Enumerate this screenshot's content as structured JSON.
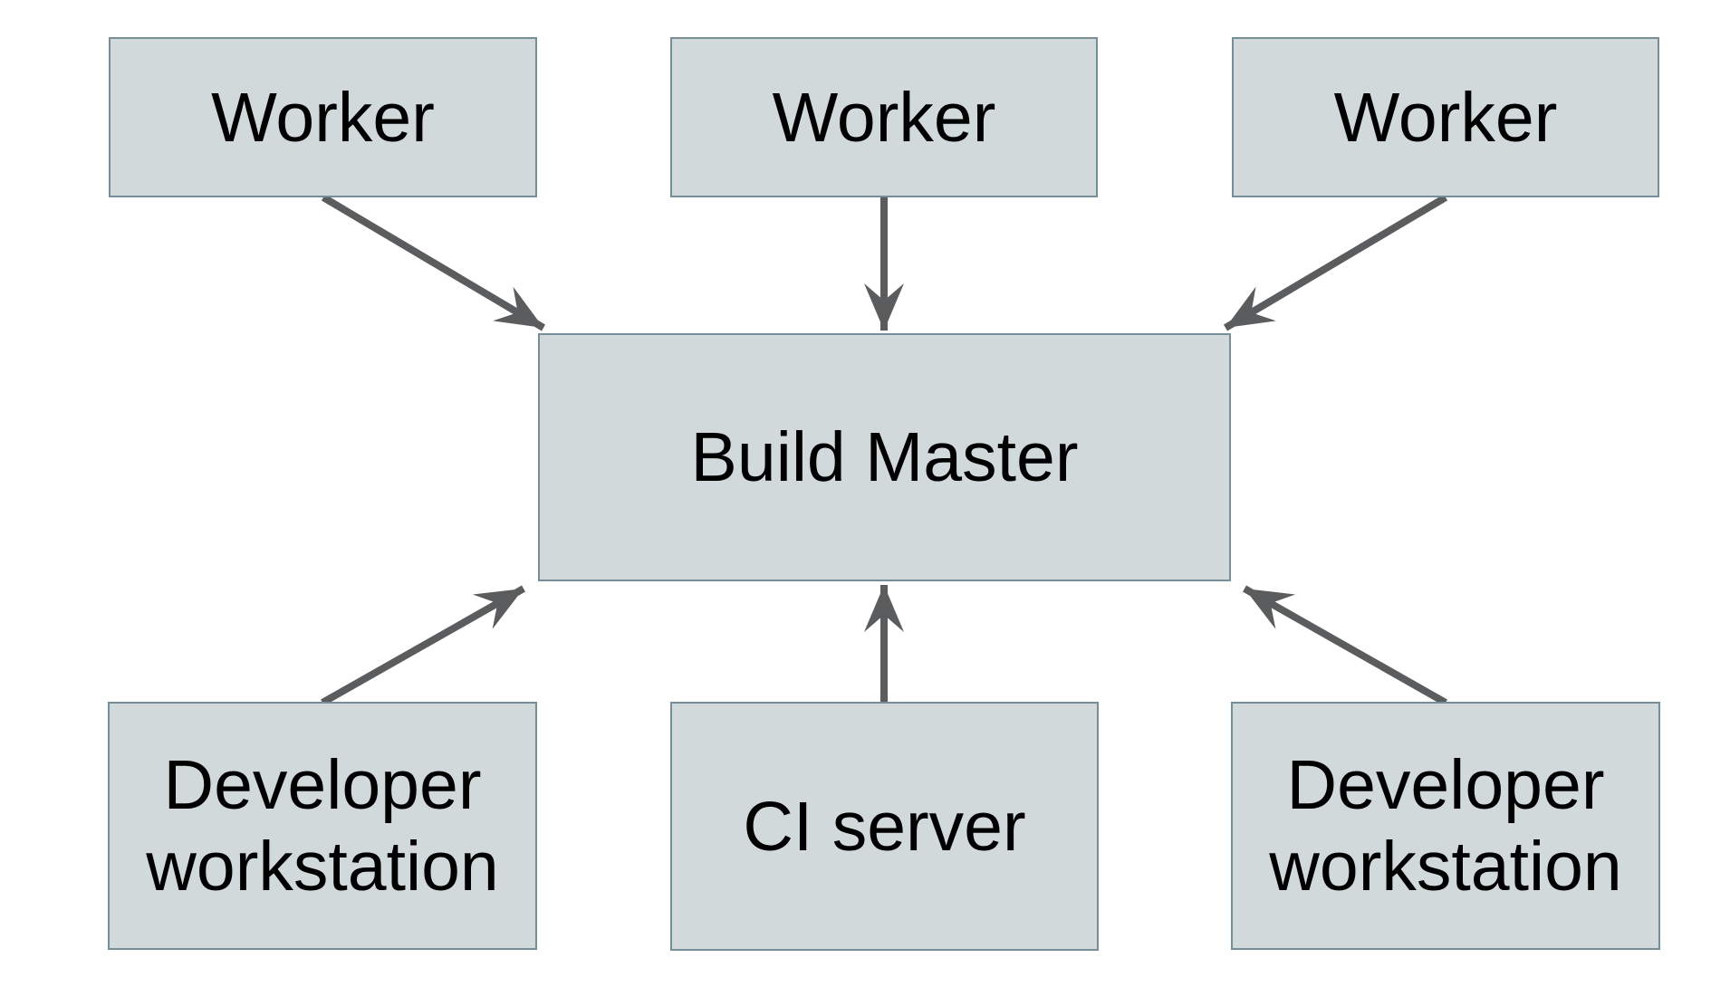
{
  "colors": {
    "background": "#ffffff",
    "node_fill": "#d1d9da",
    "node_border": "#758e98",
    "arrow": "#5a5c5e",
    "text": "#000000"
  },
  "nodes": {
    "worker_top_left": {
      "label": "Worker"
    },
    "worker_top_center": {
      "label": "Worker"
    },
    "worker_top_right": {
      "label": "Worker"
    },
    "build_master": {
      "label": "Build Master"
    },
    "developer_workstation_left": {
      "label": "Developer workstation"
    },
    "ci_server": {
      "label": "CI server"
    },
    "developer_workstation_right": {
      "label": "Developer workstation"
    }
  },
  "edges": [
    {
      "from": "worker_top_left",
      "to": "build_master"
    },
    {
      "from": "worker_top_center",
      "to": "build_master"
    },
    {
      "from": "worker_top_right",
      "to": "build_master"
    },
    {
      "from": "developer_workstation_left",
      "to": "build_master"
    },
    {
      "from": "ci_server",
      "to": "build_master"
    },
    {
      "from": "developer_workstation_right",
      "to": "build_master"
    }
  ]
}
